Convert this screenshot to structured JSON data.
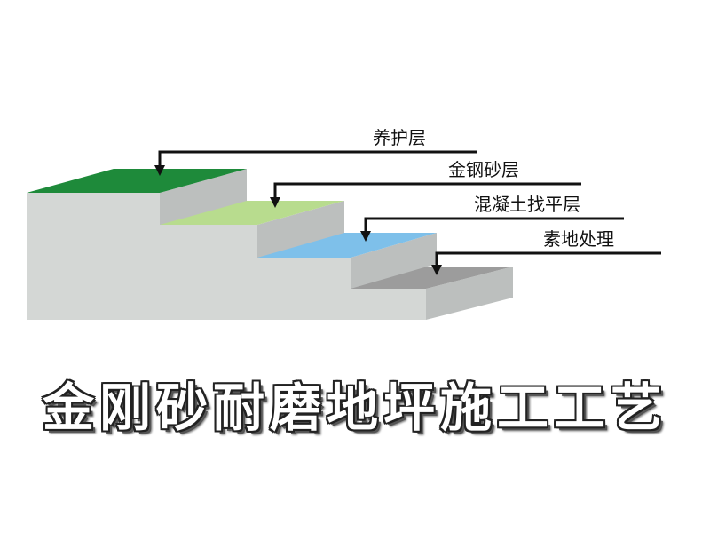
{
  "diagram": {
    "title": "金刚砂耐磨地坪施工工艺",
    "layers": [
      {
        "label": "养护层",
        "color": "#1e8a3a"
      },
      {
        "label": "金钢砂层",
        "color": "#b8dc8e"
      },
      {
        "label": "混凝土找平层",
        "color": "#7ec0ea"
      },
      {
        "label": "素地处理",
        "color": "#9c9c9c"
      }
    ],
    "slab_colors": {
      "top": "#e3e6e4",
      "front": "#d4d7d5",
      "side": "#bcbfbe"
    }
  }
}
